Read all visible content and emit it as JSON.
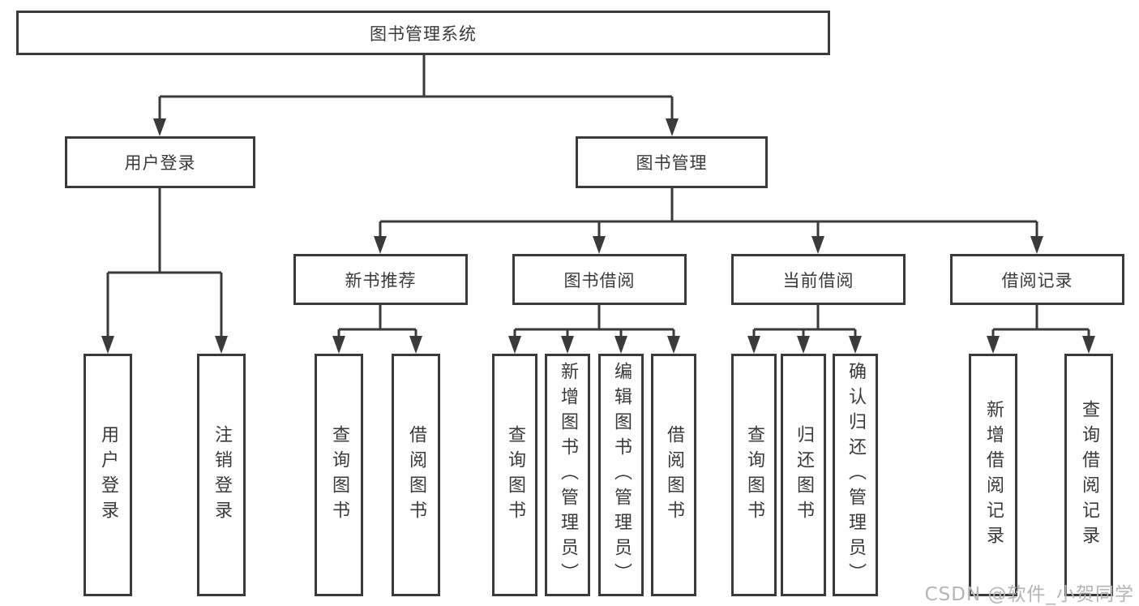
{
  "diagram": {
    "tree": {
      "root": {
        "label": "图书管理系统"
      },
      "children": [
        {
          "label": "用户登录",
          "children": [
            {
              "label": "用户登录"
            },
            {
              "label": "注销登录"
            }
          ]
        },
        {
          "label": "图书管理",
          "children": [
            {
              "label": "新书推荐",
              "children": [
                {
                  "label": "查询图书"
                },
                {
                  "label": "借阅图书"
                }
              ]
            },
            {
              "label": "图书借阅",
              "children": [
                {
                  "label": "查询图书"
                },
                {
                  "label": "新增图书（管理员）"
                },
                {
                  "label": "编辑图书（管理员）"
                },
                {
                  "label": "借阅图书"
                }
              ]
            },
            {
              "label": "当前借阅",
              "children": [
                {
                  "label": "查询图书"
                },
                {
                  "label": "归还图书"
                },
                {
                  "label": "确认归还（管理员）"
                }
              ]
            },
            {
              "label": "借阅记录",
              "children": [
                {
                  "label": "新增借阅记录"
                },
                {
                  "label": "查询借阅记录"
                }
              ]
            }
          ]
        }
      ]
    },
    "colors": {
      "line": "#3a3a3a",
      "text": "#3a3a3a",
      "background": "#ffffff",
      "watermark": "#b5b5b5"
    },
    "watermark": {
      "text": "CSDN @软件_小贺同学"
    }
  }
}
